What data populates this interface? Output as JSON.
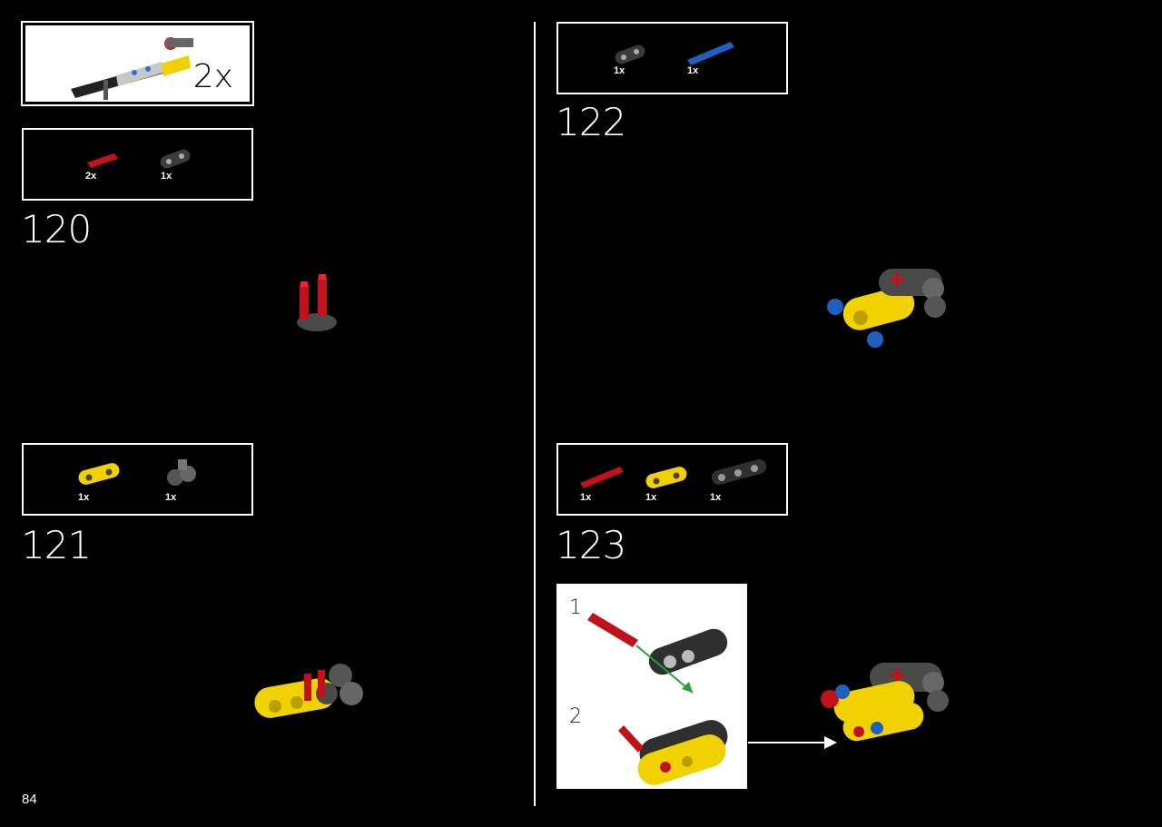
{
  "page_number": "84",
  "subassembly": {
    "multiplier": "2x"
  },
  "steps": [
    {
      "number": "120",
      "parts": [
        {
          "qty": "2x"
        },
        {
          "qty": "1x"
        }
      ]
    },
    {
      "number": "121",
      "parts": [
        {
          "qty": "1x"
        },
        {
          "qty": "1x"
        }
      ]
    },
    {
      "number": "122",
      "parts": [
        {
          "qty": "1x"
        },
        {
          "qty": "1x"
        }
      ]
    },
    {
      "number": "123",
      "parts": [
        {
          "qty": "1x"
        },
        {
          "qty": "1x"
        },
        {
          "qty": "1x"
        }
      ],
      "callout": {
        "substeps": [
          "1",
          "2"
        ]
      }
    }
  ]
}
